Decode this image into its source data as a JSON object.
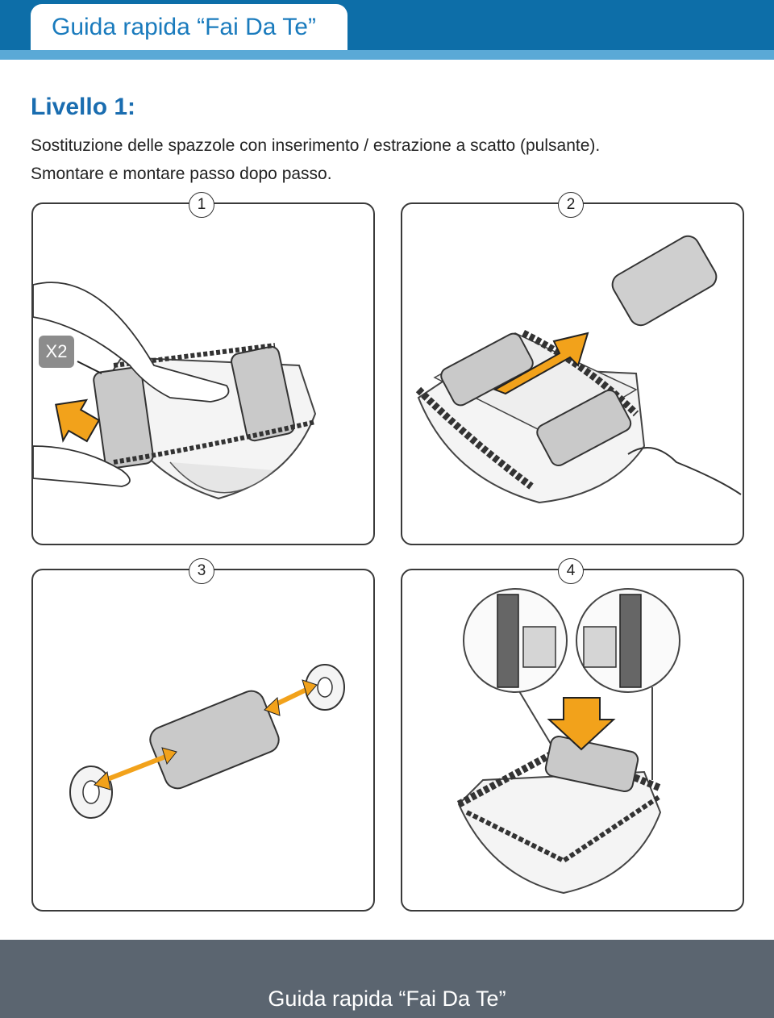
{
  "header": {
    "title": "Guida rapida “Fai Da Te”"
  },
  "content": {
    "level_heading": "Livello 1:",
    "description_line1": "Sostituzione delle spazzole con inserimento / estrazione a scatto (pulsante).",
    "description_line2": "Smontare e montare passo dopo passo."
  },
  "steps": [
    {
      "number": "1",
      "badge": "X2"
    },
    {
      "number": "2"
    },
    {
      "number": "3"
    },
    {
      "number": "4"
    }
  ],
  "footer": {
    "title": "Guida rapida “Fai Da Te”"
  },
  "colors": {
    "brand_blue": "#0d6ea8",
    "accent_orange": "#f2a21b",
    "footer_gray": "#5b6570"
  }
}
